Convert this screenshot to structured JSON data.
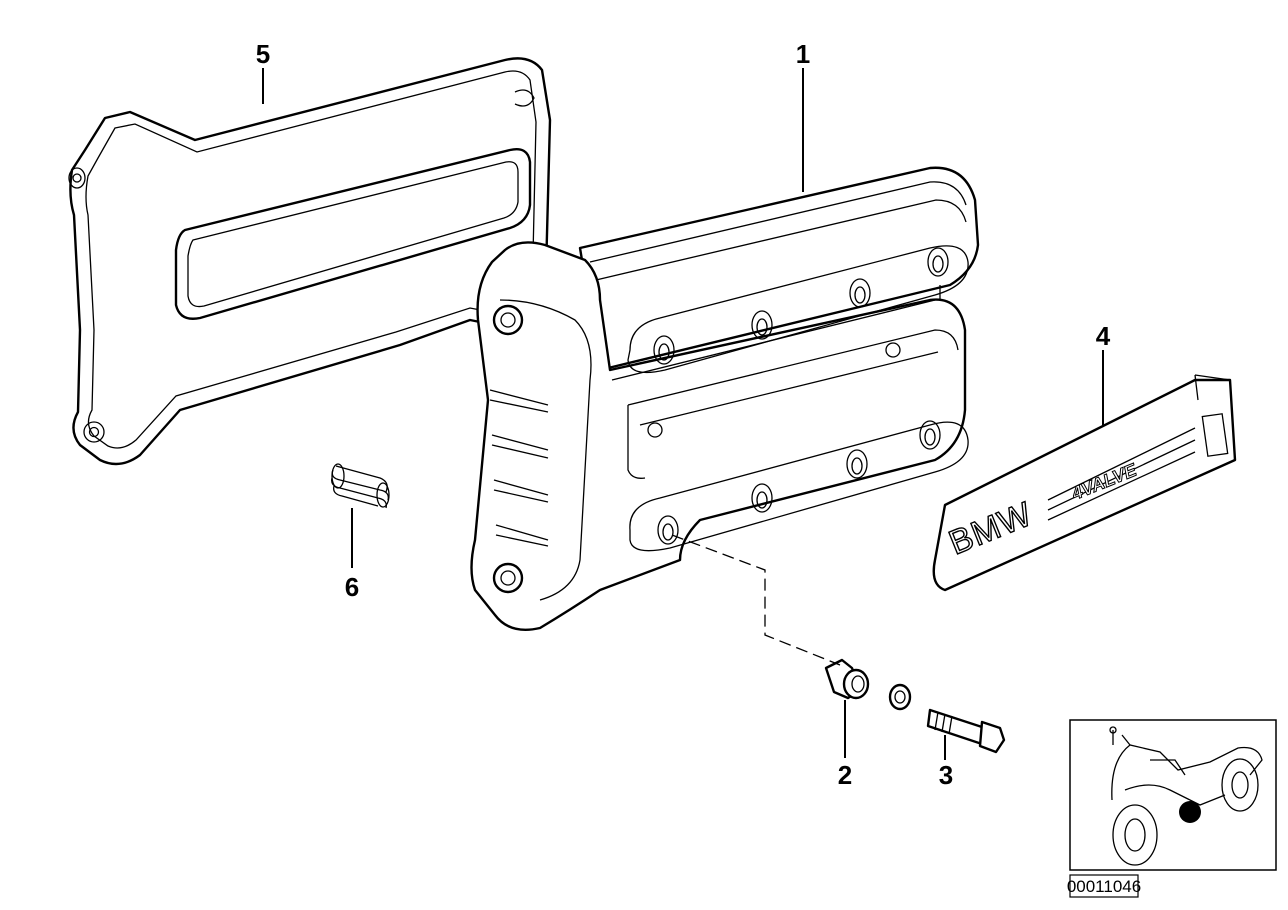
{
  "callouts": [
    {
      "id": "1",
      "text": "1"
    },
    {
      "id": "2",
      "text": "2"
    },
    {
      "id": "3",
      "text": "3"
    },
    {
      "id": "4",
      "text": "4"
    },
    {
      "id": "5",
      "text": "5"
    },
    {
      "id": "6",
      "text": "6"
    }
  ],
  "cover_plate": {
    "brand": "BMW",
    "model_badge": "4VALVE"
  },
  "diagram_code": "00011046",
  "colors": {
    "line": "#000000",
    "background": "#ffffff",
    "locator_dot": "#000000"
  }
}
